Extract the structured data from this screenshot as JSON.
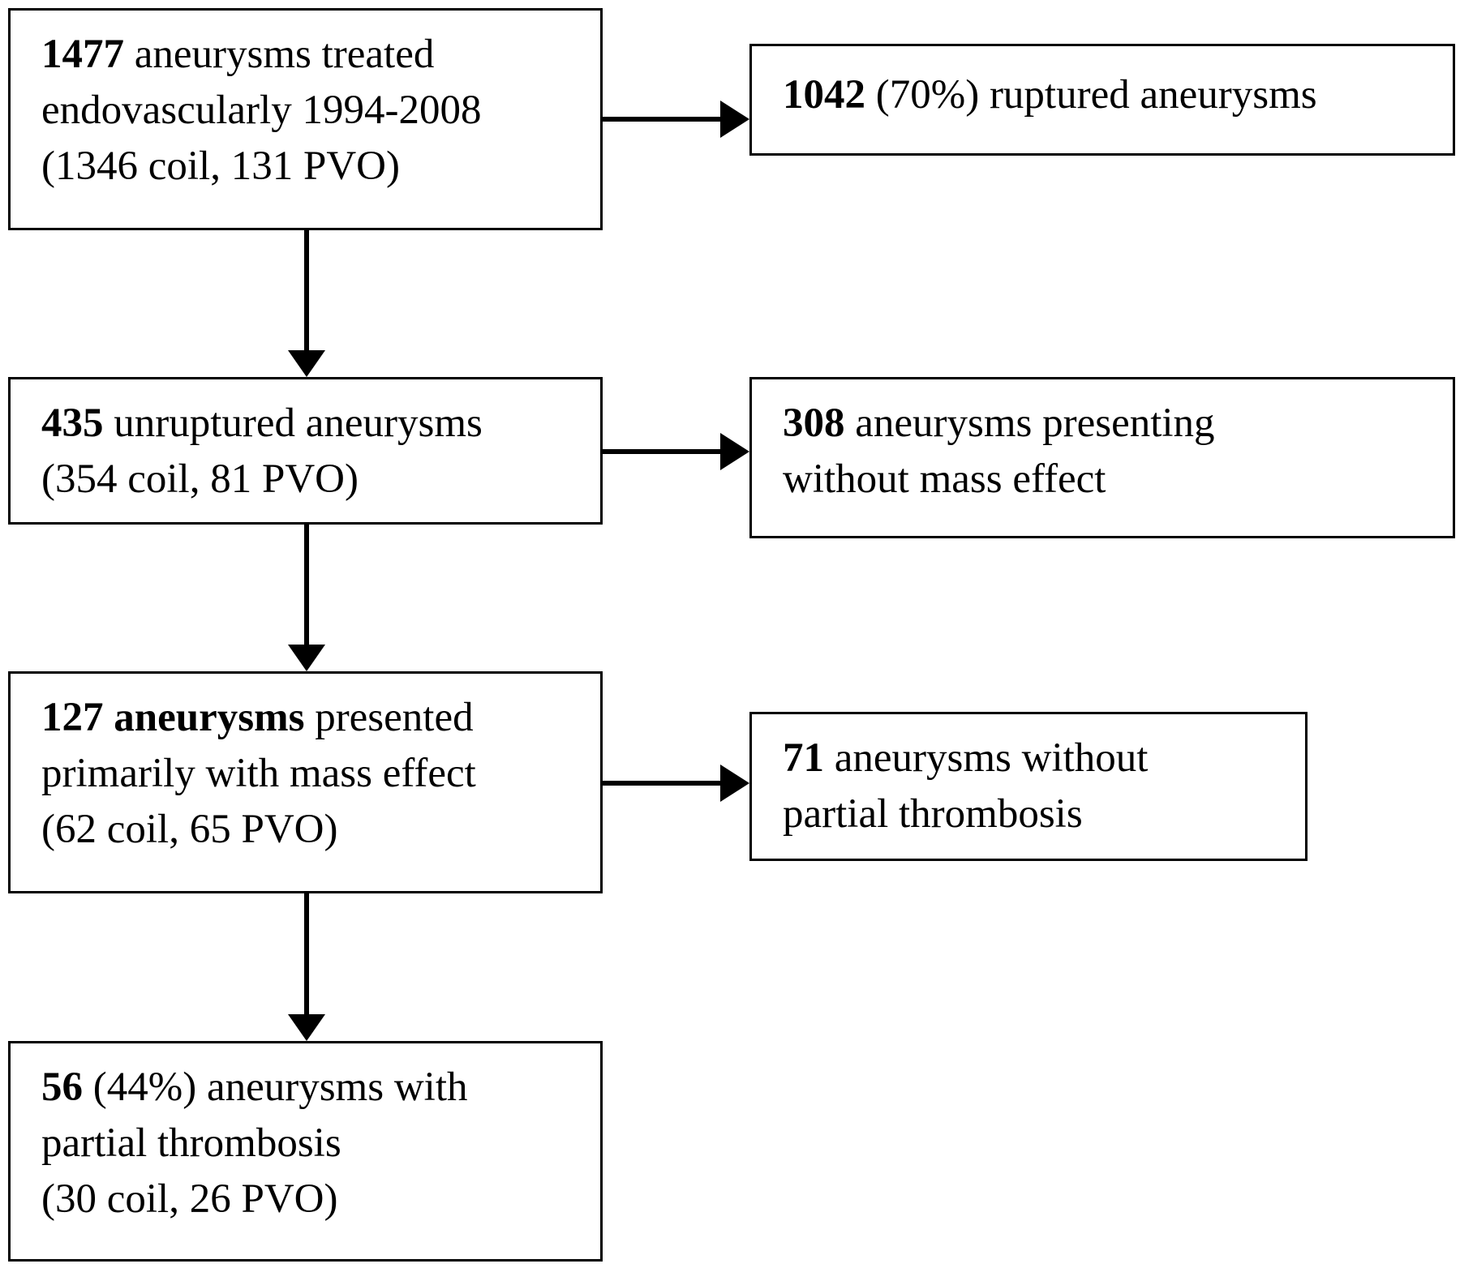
{
  "boxes": {
    "total": {
      "num": "1477",
      "line1_rest": " aneurysms treated",
      "line2": "endovascularly 1994-2008",
      "line3": "(1346 coil, 131 PVO)"
    },
    "ruptured": {
      "num": "1042",
      "line1_rest": " (70%) ruptured aneurysms"
    },
    "unruptured": {
      "num": "435",
      "line1_rest": " unruptured aneurysms",
      "line2": "(354 coil, 81 PVO)"
    },
    "no_mass_effect": {
      "num": "308",
      "line1_rest": " aneurysms presenting",
      "line2": "without mass effect"
    },
    "mass_effect": {
      "num": "127 aneurysms",
      "line1_rest": " presented",
      "line2": "primarily with mass effect",
      "line3": "(62 coil, 65 PVO)"
    },
    "no_thrombosis": {
      "num": "71",
      "line1_rest": " aneurysms without",
      "line2": "partial thrombosis"
    },
    "thrombosis": {
      "num": "56",
      "line1_rest": " (44%) aneurysms with",
      "line2": "partial thrombosis",
      "line3": "(30 coil, 26 PVO)"
    }
  }
}
